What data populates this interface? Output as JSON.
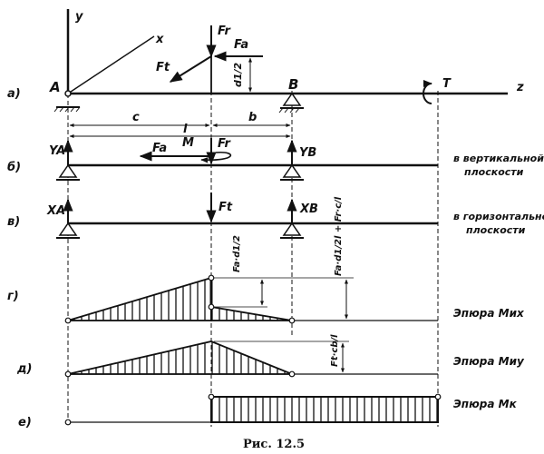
{
  "figure": {
    "caption": "Рис. 12.5",
    "rows": {
      "a": "а)",
      "b": "б)",
      "v": "в)",
      "g": "г)",
      "d": "д)",
      "e": "е)"
    },
    "axes": {
      "y": "y",
      "x": "x",
      "z": "z"
    },
    "points": {
      "A": "A",
      "B": "B",
      "T": "T"
    },
    "forces": {
      "Fr": "Fr",
      "Fa": "Fa",
      "Ft": "Ft",
      "YA": "YA",
      "YB": "YB",
      "XA": "XA",
      "XB": "XB",
      "M": "M"
    },
    "dimensions": {
      "c": "c",
      "l": "l",
      "b": "b",
      "d1_half": "d1/2"
    },
    "planes": {
      "vertical_1": "в вертикальной",
      "vertical_2": "плоскости",
      "horizontal_1": "в горизонтальной",
      "horizontal_2": "плоскости"
    },
    "diagram_values": {
      "g_jump": "Fa·d1/2",
      "g_max": "Fa·d1/2l + Fr·c/l",
      "d_max": "Ft·cb/l"
    },
    "diagram_names": {
      "mx": "Эпюра Mиx",
      "my": "Эпюра Mиy",
      "mk": "Эпюра Mк"
    }
  }
}
